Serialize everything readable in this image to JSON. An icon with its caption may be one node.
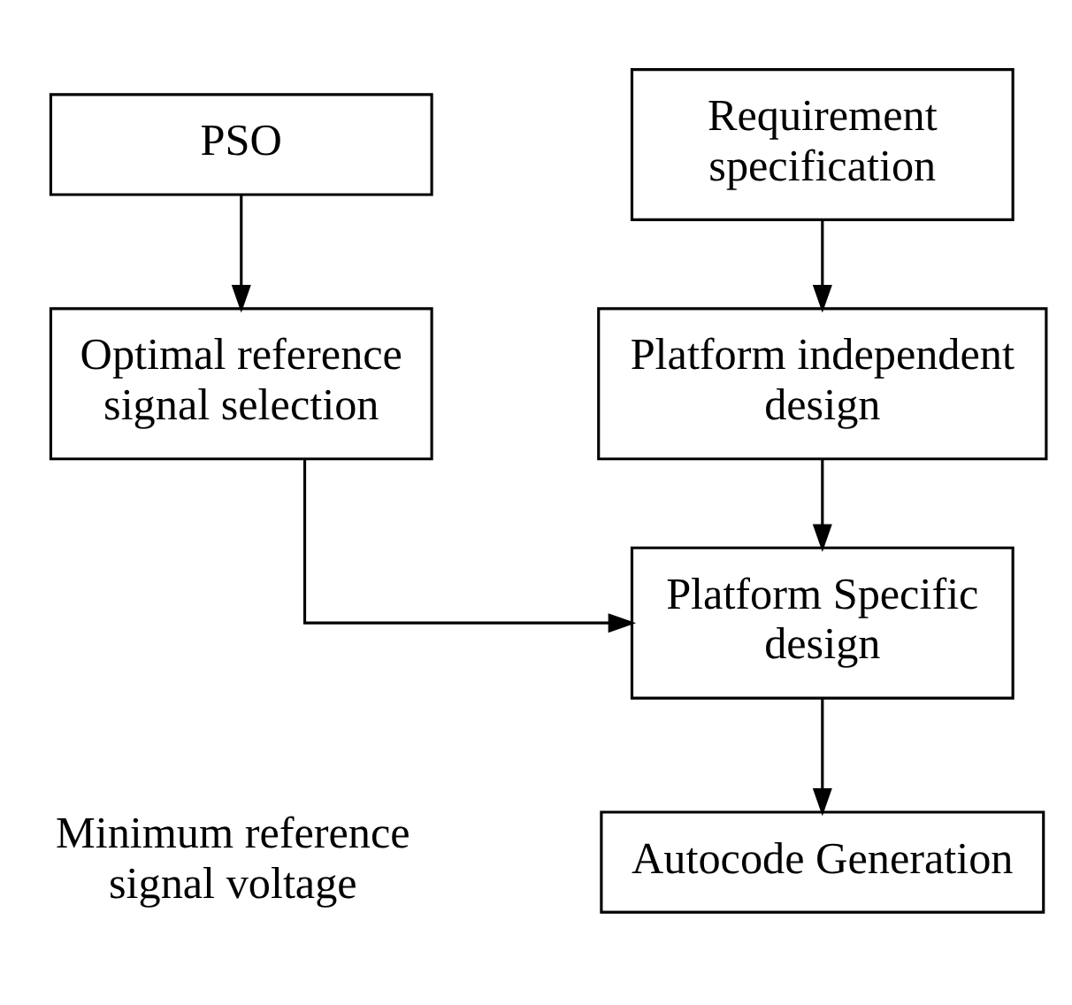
{
  "diagram": {
    "nodes": [
      {
        "text": [
          "PSO"
        ]
      },
      {
        "text": [
          "Optimal reference signal selection"
        ]
      },
      {
        "text": [
          "Requirement specification"
        ]
      },
      {
        "text": [
          "Platform independent design"
        ]
      },
      {
        "text": [
          "Platform Specific design"
        ]
      },
      {
        "text": [
          "Autocode Generation"
        ]
      }
    ],
    "edges": [
      {
        "from": 0,
        "to": 1,
        "arrow": "to"
      },
      {
        "from": 1,
        "to": 4,
        "arrow": "to"
      },
      {
        "from": 2,
        "to": 3,
        "arrow": "to"
      },
      {
        "from": 3,
        "to": 4,
        "arrow": "to"
      },
      {
        "from": 4,
        "to": 5,
        "arrow": "to"
      }
    ],
    "labels": [
      "Minimum reference signal voltage"
    ]
  }
}
